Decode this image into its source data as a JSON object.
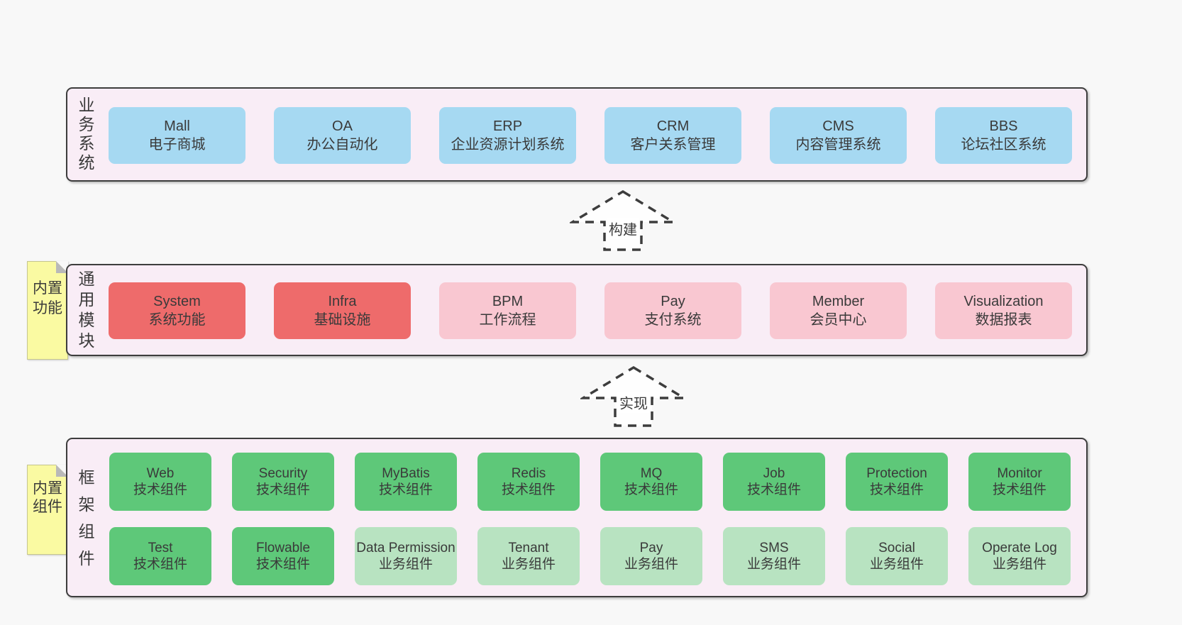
{
  "palette": {
    "page_bg": "#f8f8f8",
    "panel_bg": "#f9edf6",
    "panel_border": "#3d3d3d",
    "blue_box": "#a6d9f2",
    "red_box": "#ee6b6b",
    "pink_box": "#f9c7d1",
    "green_dark_box": "#5ec879",
    "green_light_box": "#b8e3c1",
    "sticky_bg": "#fafaa2",
    "sticky_fold": "#b9b9b9",
    "text": "#3a3a3a"
  },
  "sections": {
    "business": {
      "label": "业务系统",
      "boxes": [
        {
          "name": "Mall",
          "sub": "电子商城"
        },
        {
          "name": "OA",
          "sub": "办公自动化"
        },
        {
          "name": "ERP",
          "sub": "企业资源计划系统"
        },
        {
          "name": "CRM",
          "sub": "客户关系管理"
        },
        {
          "name": "CMS",
          "sub": "内容管理系统"
        },
        {
          "name": "BBS",
          "sub": "论坛社区系统"
        }
      ]
    },
    "modules": {
      "label": "通用模块",
      "sticky": "内置功能",
      "boxes": [
        {
          "name": "System",
          "sub": "系统功能"
        },
        {
          "name": "Infra",
          "sub": "基础设施"
        },
        {
          "name": "BPM",
          "sub": "工作流程"
        },
        {
          "name": "Pay",
          "sub": "支付系统"
        },
        {
          "name": "Member",
          "sub": "会员中心"
        },
        {
          "name": "Visualization",
          "sub": "数据报表"
        }
      ]
    },
    "framework": {
      "label": "框架组件",
      "sticky": "内置组件",
      "row1": [
        {
          "name": "Web",
          "sub": "技术组件"
        },
        {
          "name": "Security",
          "sub": "技术组件"
        },
        {
          "name": "MyBatis",
          "sub": "技术组件"
        },
        {
          "name": "Redis",
          "sub": "技术组件"
        },
        {
          "name": "MQ",
          "sub": "技术组件"
        },
        {
          "name": "Job",
          "sub": "技术组件"
        },
        {
          "name": "Protection",
          "sub": "技术组件"
        },
        {
          "name": "Monitor",
          "sub": "技术组件"
        }
      ],
      "row2": [
        {
          "name": "Test",
          "sub": "技术组件"
        },
        {
          "name": "Flowable",
          "sub": "技术组件"
        },
        {
          "name": "Data Permission",
          "sub": "业务组件"
        },
        {
          "name": "Tenant",
          "sub": "业务组件"
        },
        {
          "name": "Pay",
          "sub": "业务组件"
        },
        {
          "name": "SMS",
          "sub": "业务组件"
        },
        {
          "name": "Social",
          "sub": "业务组件"
        },
        {
          "name": "Operate Log",
          "sub": "业务组件"
        }
      ]
    }
  },
  "arrows": [
    {
      "label": "构建"
    },
    {
      "label": "实现"
    }
  ]
}
